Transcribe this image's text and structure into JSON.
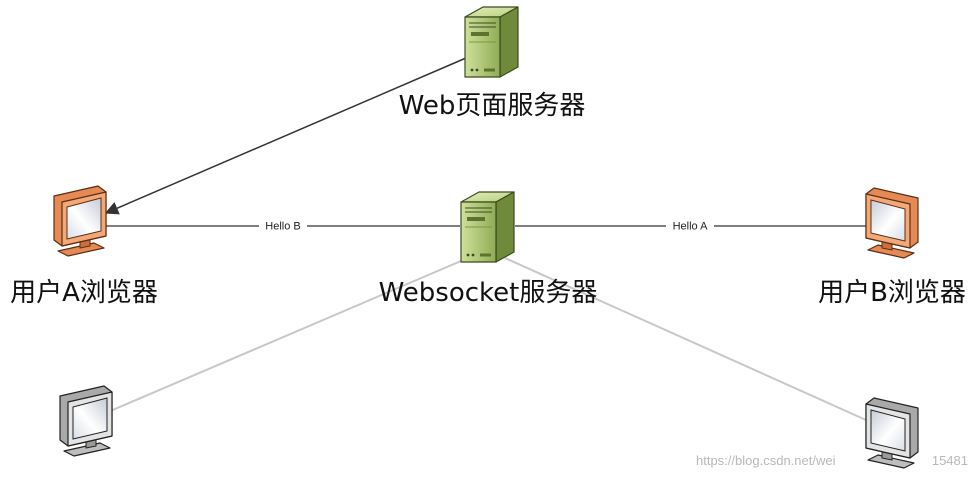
{
  "nodes": {
    "web_server": {
      "label": "Web页面服务器",
      "icon": "server-icon"
    },
    "websocket_server": {
      "label": "Websocket服务器",
      "icon": "server-icon"
    },
    "user_a": {
      "label": "用户A浏览器",
      "icon": "monitor-icon"
    },
    "user_b": {
      "label": "用户B浏览器",
      "icon": "monitor-icon"
    },
    "client_left": {
      "icon": "monitor-icon"
    },
    "client_right": {
      "icon": "monitor-icon"
    }
  },
  "edges": {
    "web_server_to_user_a": {
      "arrow": true
    },
    "user_a_to_websocket": {
      "label": "Hello B"
    },
    "websocket_to_user_b": {
      "label": "Hello A"
    }
  },
  "colors": {
    "edge_dark": "#333333",
    "edge_light": "#c8c8c8",
    "server_green": "#9bb85f",
    "monitor_orange": "#f4a877",
    "monitor_gray": "#dcdcdc",
    "watermark": "#b8b8b8"
  },
  "watermark": {
    "left": "https://blog.csdn.net/wei",
    "right": "15481"
  }
}
